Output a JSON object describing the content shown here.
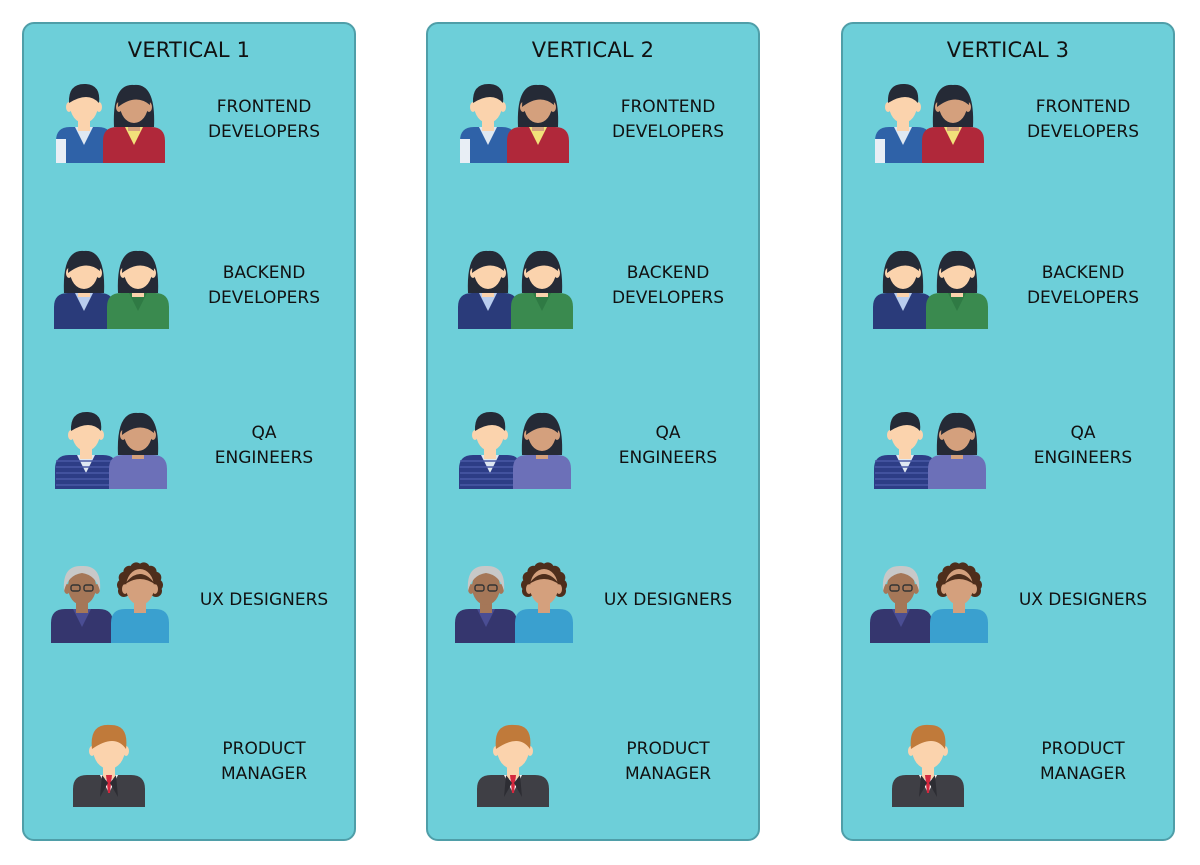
{
  "palette": {
    "panel_fill": "#6dcfd9",
    "panel_border": "#4f9ea8",
    "skin_light": "#fbd3ad",
    "skin_tan": "#d4a07d",
    "skin_brown": "#a57758",
    "hair_dark": "#252a36",
    "hair_brown": "#4e2e1c",
    "hair_gray": "#c8c8c8",
    "hair_blond": "#c07a3a"
  },
  "verticals": [
    {
      "title": "VERTICAL 1",
      "roles": [
        {
          "line1": "FRONTEND",
          "line2": "DEVELOPERS",
          "icon": "frontend-developers-icon"
        },
        {
          "line1": "BACKEND",
          "line2": "DEVELOPERS",
          "icon": "backend-developers-icon"
        },
        {
          "line1": "QA",
          "line2": "ENGINEERS",
          "icon": "qa-engineers-icon"
        },
        {
          "line1": "UX DESIGNERS",
          "line2": "",
          "icon": "ux-designers-icon"
        },
        {
          "line1": "PRODUCT",
          "line2": "MANAGER",
          "icon": "product-manager-icon"
        }
      ]
    },
    {
      "title": "VERTICAL 2",
      "roles": [
        {
          "line1": "FRONTEND",
          "line2": "DEVELOPERS",
          "icon": "frontend-developers-icon"
        },
        {
          "line1": "BACKEND",
          "line2": "DEVELOPERS",
          "icon": "backend-developers-icon"
        },
        {
          "line1": "QA",
          "line2": "ENGINEERS",
          "icon": "qa-engineers-icon"
        },
        {
          "line1": "UX DESIGNERS",
          "line2": "",
          "icon": "ux-designers-icon"
        },
        {
          "line1": "PRODUCT",
          "line2": "MANAGER",
          "icon": "product-manager-icon"
        }
      ]
    },
    {
      "title": "VERTICAL 3",
      "roles": [
        {
          "line1": "FRONTEND",
          "line2": "DEVELOPERS",
          "icon": "frontend-developers-icon"
        },
        {
          "line1": "BACKEND",
          "line2": "DEVELOPERS",
          "icon": "backend-developers-icon"
        },
        {
          "line1": "QA",
          "line2": "ENGINEERS",
          "icon": "qa-engineers-icon"
        },
        {
          "line1": "UX DESIGNERS",
          "line2": "",
          "icon": "ux-designers-icon"
        },
        {
          "line1": "PRODUCT",
          "line2": "MANAGER",
          "icon": "product-manager-icon"
        }
      ]
    }
  ]
}
